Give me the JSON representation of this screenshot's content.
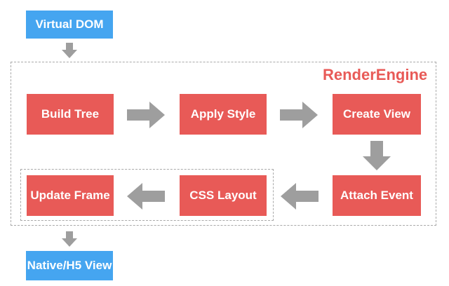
{
  "diagram": {
    "input_label": "Virtual DOM",
    "output_label": "Native/H5 View",
    "engine_title": "RenderEngine",
    "steps": {
      "build_tree": "Build Tree",
      "apply_style": "Apply Style",
      "create_view": "Create View",
      "attach_event": "Attach Event",
      "css_layout": "CSS Layout",
      "update_frame": "Update Frame"
    },
    "colors": {
      "step_fill": "#e85a57",
      "io_fill": "#45a5f0",
      "arrow": "#9e9e9e",
      "frame_border": "#a9a9a9"
    }
  }
}
